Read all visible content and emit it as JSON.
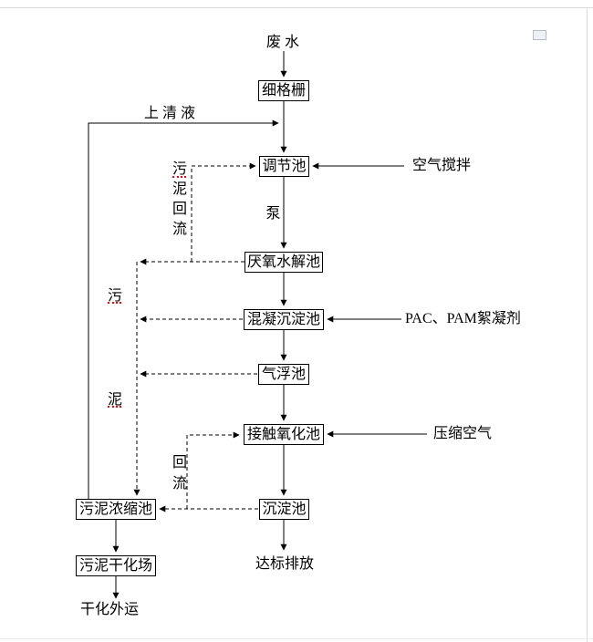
{
  "nodes": {
    "wastewater": "废  水",
    "fine_screen": "细格栅",
    "regulating_tank": "调节池",
    "anaerobic_hydrolysis_tank": "厌氧水解池",
    "coagulation_sedimentation_tank": "混凝沉淀池",
    "air_flotation_tank": "气浮池",
    "contact_oxidation_tank": "接触氧化池",
    "sedimentation_tank": "沉淀池",
    "sludge_thickening_tank": "污泥浓缩池",
    "sludge_drying_field": "污泥干化场",
    "standard_discharge": "达标排放",
    "dried_transport_out": "干化外运"
  },
  "labels": {
    "supernatant": "上 清 液",
    "air_agitation": "空气搅拌",
    "pump": "泵",
    "sludge_reflux_vertical": "污\n泥\n回\n流",
    "sludge_char_top": "污",
    "sludge_char_bottom": "泥",
    "flocculant": "PAC、PAM絮凝剂",
    "compressed_air": "压缩空气",
    "reflux_vertical": "回\n流"
  },
  "colors": {
    "line": "#000000",
    "spellcheck": "#ff0000",
    "page_edge": "#d9d9d9"
  }
}
